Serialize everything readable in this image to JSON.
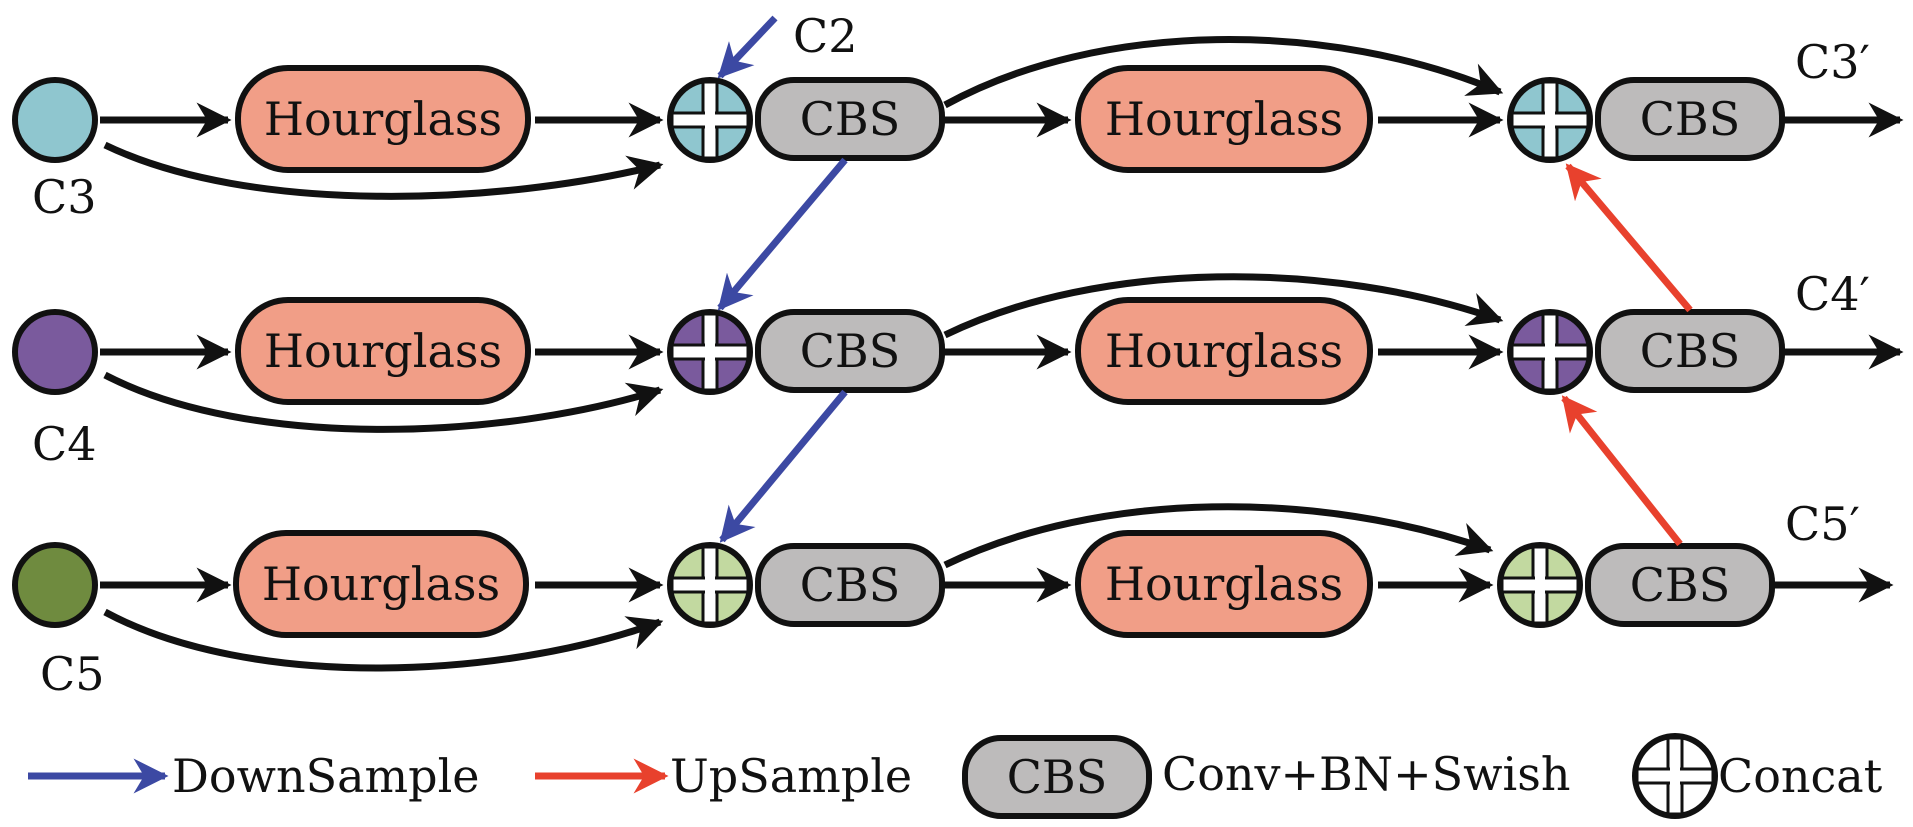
{
  "colors": {
    "hourglass_fill": "#f19e87",
    "cbs_fill": "#bdbbbb",
    "c3_fill": "#8fc6cf",
    "c4_fill": "#7a5a9d",
    "c5_fill": "#6f8b3f",
    "down_arrow": "#3c49a3",
    "up_arrow": "#e8412d",
    "stroke": "#111111"
  },
  "inputs": {
    "c3": "C3",
    "c4": "C4",
    "c5": "C5",
    "c2": "C2"
  },
  "outputs": {
    "c3": "C3′",
    "c4": "C4′",
    "c5": "C5′"
  },
  "blocks": {
    "hourglass": "Hourglass",
    "cbs": "CBS"
  },
  "legend": {
    "downsample": "DownSample",
    "upsample": "UpSample",
    "cbs_box": "CBS",
    "cbs_desc": "Conv+BN+Swish",
    "concat": "Concat"
  }
}
